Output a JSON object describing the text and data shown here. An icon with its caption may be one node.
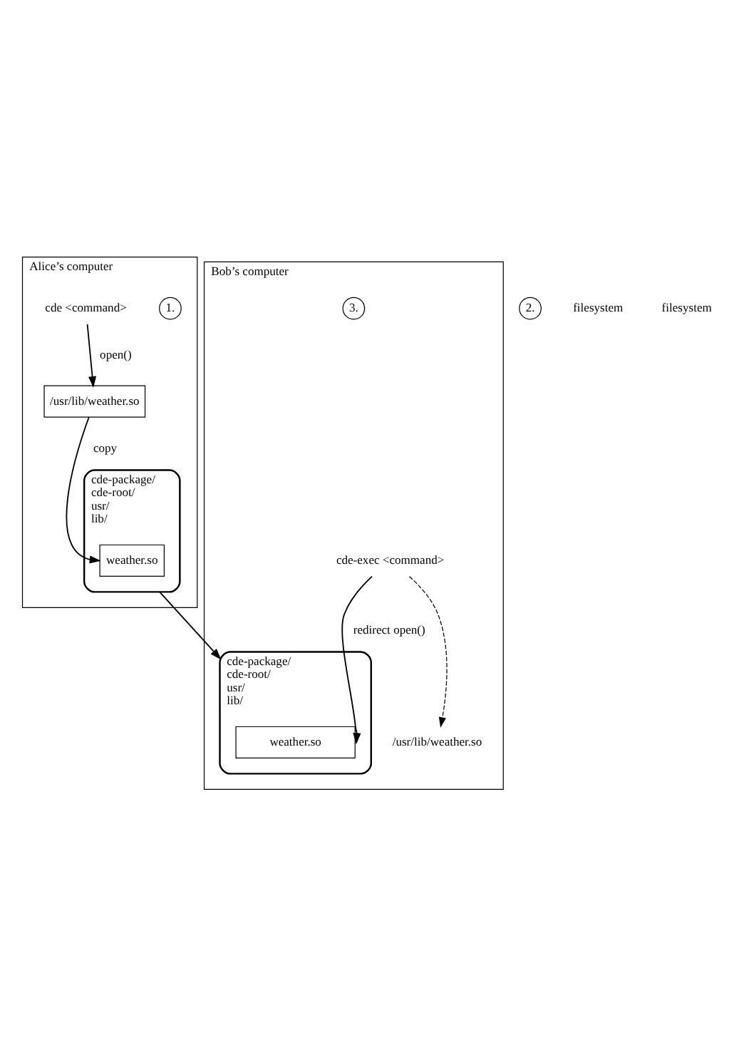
{
  "diagram": {
    "nodes": [
      {
        "text": [
          "Alice’s computer"
        ]
      },
      {
        "text": [
          "1."
        ],
        "in": 0
      },
      {
        "text": [
          "cde <command>"
        ],
        "in": 0
      },
      {
        "text": [
          "/usr/lib/weather.so"
        ],
        "in": 0
      },
      {
        "text": [
          "cde-package/",
          "cde-root/",
          "usr/",
          "lib/"
        ],
        "in": 0
      },
      {
        "text": [
          "weather.so"
        ],
        "in": 4
      },
      {
        "text": [
          "Bob’s computer"
        ]
      },
      {
        "text": [
          "2."
        ]
      },
      {
        "text": [
          "3."
        ],
        "in": 6
      },
      {
        "text": [
          "cde-exec <command>"
        ],
        "in": 6
      },
      {
        "text": [
          "/usr/lib/weather.so"
        ],
        "in": 6
      },
      {
        "text": [
          "cde-package/",
          "cde-root/",
          "usr/",
          "lib/"
        ],
        "in": 6
      },
      {
        "text": [
          "weather.so"
        ],
        "in": 11
      }
    ],
    "edges": [
      {
        "from": 2,
        "to": 3,
        "arrow": "to",
        "label": "open()"
      },
      {
        "from": 3,
        "to": 5,
        "arrow": "to",
        "label": "copy"
      },
      {
        "from": 4,
        "to": 11,
        "arrow": "to"
      },
      {
        "from": 9,
        "to": 10,
        "arrow": "to",
        "style": "dashed"
      },
      {
        "from": 9,
        "to": 12,
        "arrow": "to",
        "label": "redirect open()"
      }
    ],
    "labels": [
      "filesystem",
      "filesystem"
    ]
  }
}
